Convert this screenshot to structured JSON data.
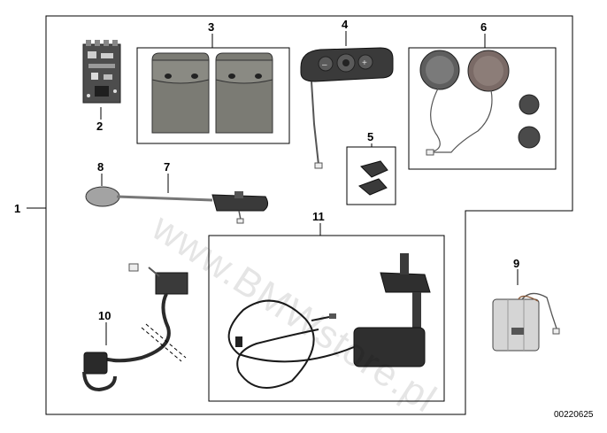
{
  "callouts": {
    "n1": "1",
    "n2": "2",
    "n3": "3",
    "n4": "4",
    "n5": "5",
    "n6": "6",
    "n7": "7",
    "n8": "8",
    "n9": "9",
    "n10": "10",
    "n11": "11"
  },
  "watermark": "www.BMWstore.pl",
  "ref_code": "00220625",
  "colors": {
    "line": "#000000",
    "part_dark": "#3a3a3a",
    "part_mid": "#6d6d6d",
    "part_light": "#b8b8b8",
    "pouch": "#7b7b74",
    "mic_foam": "#a3a3a3"
  }
}
